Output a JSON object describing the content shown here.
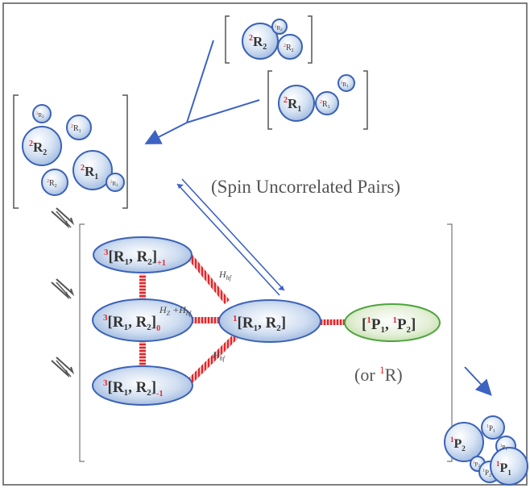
{
  "colors": {
    "bubble_fill": "#c9d9ee",
    "bubble_stroke": "#3b62b5",
    "coupling": "#e0262b",
    "arrow": "#3d63c2",
    "product_fill": "#d8ebc4",
    "product_stroke": "#4fa33e",
    "superscript": "#e0262b",
    "text": "#333333"
  },
  "radical_pairs_top": {
    "pair_a": {
      "big": "R",
      "big_sub": "2",
      "big_sup": "2",
      "small": "R",
      "small_sub": "2",
      "small_sup": "2",
      "tiny": "R",
      "tiny_sub": "2",
      "tiny_sup": "2"
    },
    "pair_b": {
      "big": "R",
      "big_sub": "1",
      "big_sup": "2",
      "small": "R",
      "small_sub": "1",
      "small_sup": "2",
      "tiny": "R",
      "tiny_sub": "1",
      "tiny_sup": "2"
    }
  },
  "free_radicals": {
    "r2": {
      "label": "R",
      "sub": "2",
      "sup": "2"
    },
    "r1": {
      "label": "R",
      "sub": "1",
      "sup": "2"
    },
    "small_r1": {
      "label": "R",
      "sub": "1",
      "sup": "2"
    },
    "small_r2": {
      "label": "R",
      "sub": "2",
      "sup": "2"
    },
    "tiny_r1": {
      "label": "R",
      "sub": "1",
      "sup": "2"
    },
    "tiny_r2": {
      "label": "R",
      "sub": "2",
      "sup": "2"
    }
  },
  "uncorrelated_label": "(Spin Uncorrelated Pairs)",
  "triplets": {
    "plus": {
      "sup": "3",
      "body": "[R",
      "s1": "1",
      "comma": ", R",
      "s2": "2",
      "close": "]",
      "ms": "+1"
    },
    "zero": {
      "sup": "3",
      "body": "[R",
      "s1": "1",
      "comma": ", R",
      "s2": "2",
      "close": "]",
      "ms": "0"
    },
    "minus": {
      "sup": "3",
      "body": "[R",
      "s1": "1",
      "comma": ", R",
      "s2": "2",
      "close": "]",
      "ms": "-1"
    }
  },
  "singlet": {
    "sup": "1",
    "body": "[R",
    "s1": "1",
    "comma": ", R",
    "s2": "2",
    "close": "]"
  },
  "couplings": {
    "hf_top": {
      "H": "H",
      "sub": "hf"
    },
    "hf_bottom": {
      "H": "H",
      "sub": "hf"
    },
    "zeeman": {
      "H1": "H",
      "sub1": "Z",
      "plus": " +",
      "H2": "H",
      "sub2": "hf"
    }
  },
  "product": {
    "open": "[",
    "sup1": "1",
    "p1": "P",
    "s1": "1",
    "comma": ", ",
    "sup2": "1",
    "p2": "P",
    "s2": "2",
    "close": "]"
  },
  "alt_product": {
    "open": "(or ",
    "sup": "1",
    "R": "R",
    "close": ")"
  },
  "final_products": {
    "p2": {
      "sup": "1",
      "label": "P",
      "sub": "2"
    },
    "p1": {
      "sup": "1",
      "label": "P",
      "sub": "1"
    },
    "small_p1": {
      "sup": "1",
      "label": "P",
      "sub": "1"
    },
    "small_p2": {
      "sup": "1",
      "label": "P",
      "sub": "2"
    },
    "tiny_p1": {
      "sup": "1",
      "label": "P",
      "sub": "1"
    },
    "tiny_p2": {
      "sup": "1",
      "label": "P",
      "sub": "2"
    }
  }
}
